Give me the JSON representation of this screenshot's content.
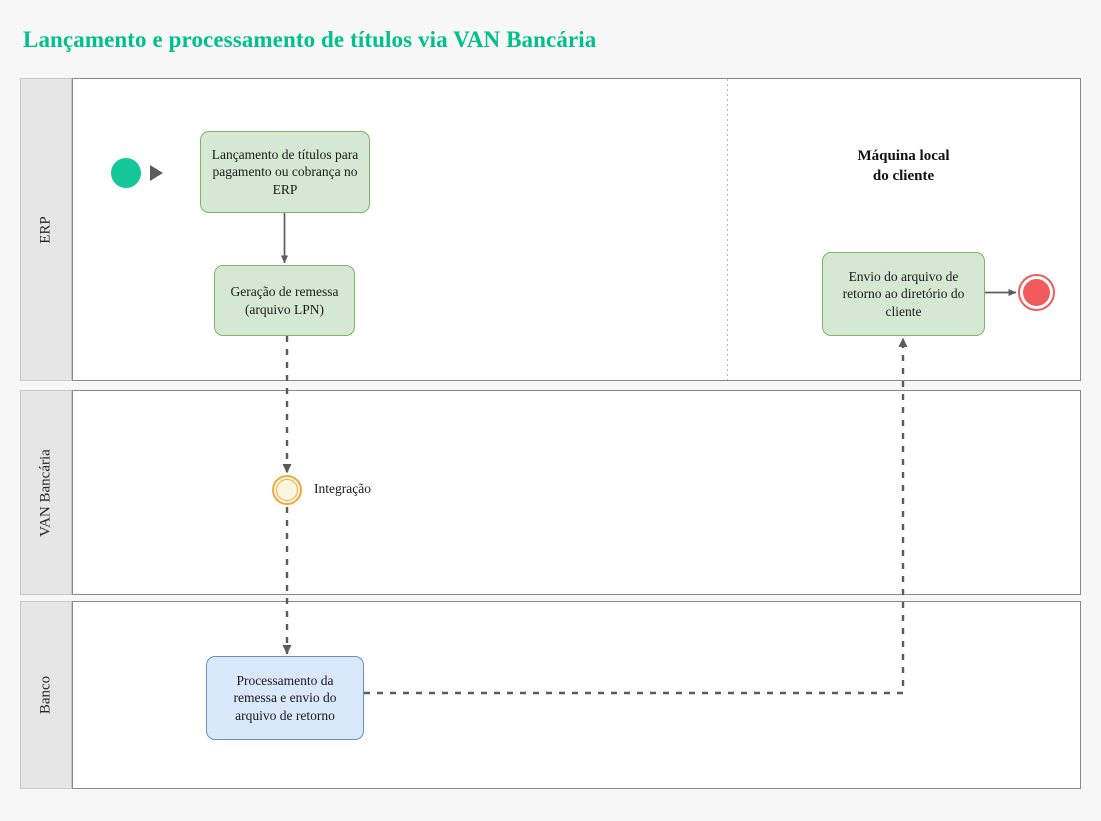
{
  "title": "Lançamento e processamento de títulos via VAN Bancária",
  "theme": {
    "title_color": "#00c08b",
    "lane_header_bg": "#e6e6e6",
    "lane_border": "#8a8a8a",
    "task_green_fill": "#d5e8d4",
    "task_green_border": "#82b366",
    "task_blue_fill": "#dae8fc",
    "task_blue_border": "#6c8ebf",
    "start_event_fill": "#16c79a",
    "end_event_color": "#f15b5b",
    "intermediate_event_color": "#f2a93b",
    "flow_color": "#5c5c5c",
    "page_bg": "#f7f7f7"
  },
  "lanes": [
    {
      "id": "erp",
      "label": "ERP"
    },
    {
      "id": "van",
      "label": "VAN Bancária"
    },
    {
      "id": "banco",
      "label": "Banco"
    }
  ],
  "nodes": {
    "start_event": {
      "type": "start-event",
      "lane": "erp",
      "label": ""
    },
    "task_lancamento": {
      "type": "task",
      "lane": "erp",
      "label": "Lançamento de títulos para pagamento ou cobrança no ERP"
    },
    "task_geracao": {
      "type": "task",
      "lane": "erp",
      "label": "Geração de remessa (arquivo LPN)"
    },
    "event_integracao": {
      "type": "intermediate-event",
      "lane": "van",
      "label": "Integração"
    },
    "task_processamento": {
      "type": "task",
      "lane": "banco",
      "label": "Processamento da remessa e envio do arquivo de retorno"
    },
    "task_envio": {
      "type": "task",
      "lane": "erp",
      "label": "Envio do arquivo de retorno ao diretório do cliente"
    },
    "end_event": {
      "type": "end-event",
      "lane": "erp",
      "label": ""
    }
  },
  "annotations": {
    "maquina_local": "Máquina local\ndo cliente",
    "maquina_local_line1": "Máquina local",
    "maquina_local_line2": "do cliente"
  },
  "flows": [
    {
      "from": "start_event",
      "to": "task_lancamento",
      "style": "solid"
    },
    {
      "from": "task_lancamento",
      "to": "task_geracao",
      "style": "solid"
    },
    {
      "from": "task_geracao",
      "to": "event_integracao",
      "style": "dashed"
    },
    {
      "from": "event_integracao",
      "to": "task_processamento",
      "style": "dashed"
    },
    {
      "from": "task_processamento",
      "to": "task_envio",
      "style": "dashed"
    },
    {
      "from": "task_envio",
      "to": "end_event",
      "style": "solid"
    }
  ]
}
